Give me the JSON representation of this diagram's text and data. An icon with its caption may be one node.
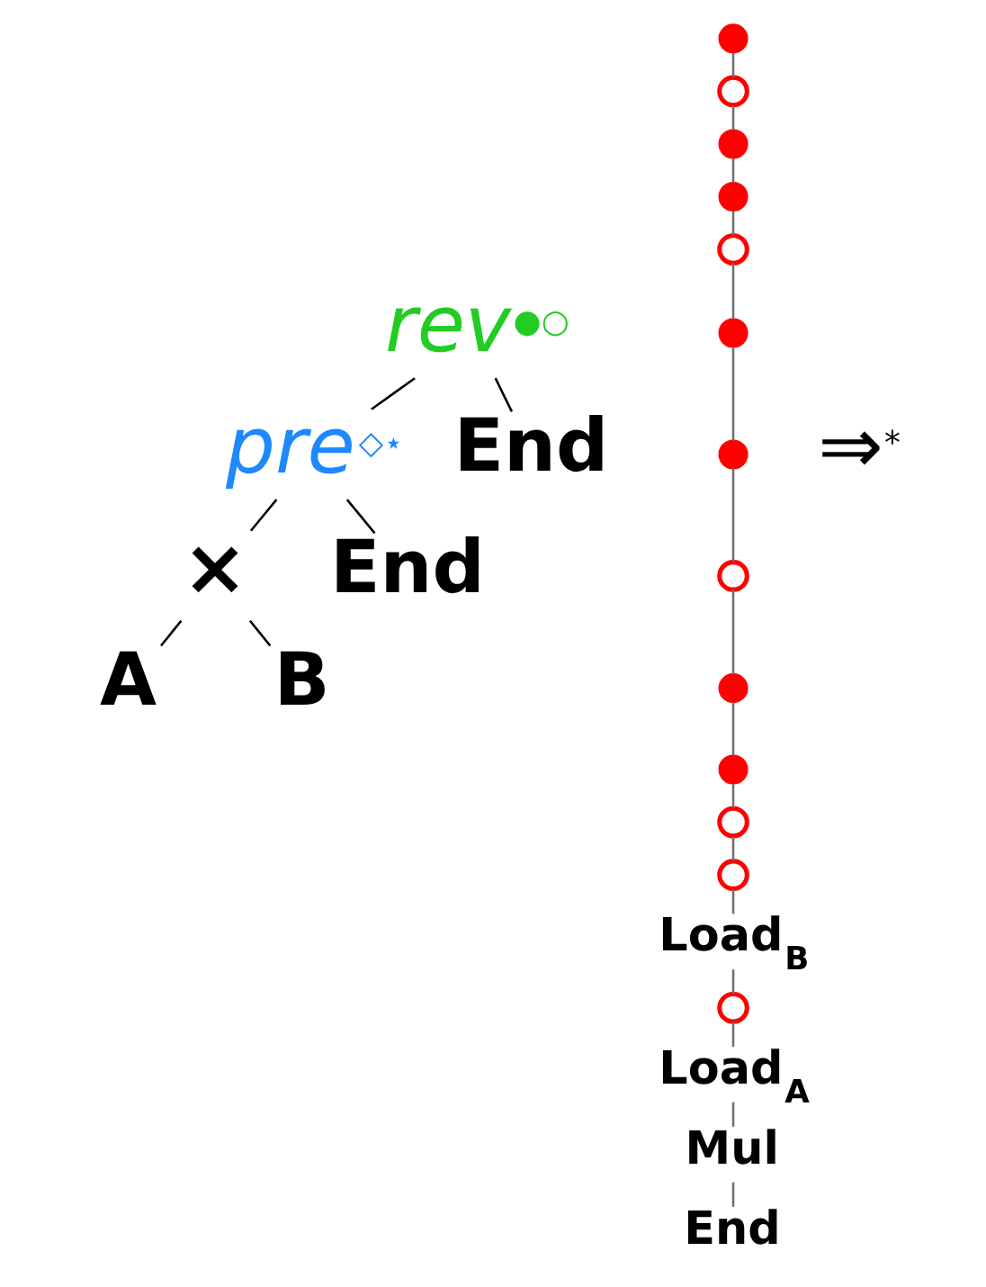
{
  "diagram": {
    "nodes": [
      {
        "text": [
          "rev$^{●○}$"
        ]
      },
      {
        "text": [
          "pre$^{◇⋆}$"
        ]
      },
      {
        "text": [
          "End"
        ]
      },
      {
        "text": [
          "×"
        ]
      },
      {
        "text": [
          "End"
        ]
      },
      {
        "text": [
          "A"
        ]
      },
      {
        "text": [
          "B"
        ]
      },
      {
        "text": [],
        "shape": "dot"
      },
      {
        "text": [],
        "shape": "circle"
      },
      {
        "text": [],
        "shape": "dot"
      },
      {
        "text": [],
        "shape": "dot"
      },
      {
        "text": [],
        "shape": "circle"
      },
      {
        "text": [],
        "shape": "dot"
      },
      {
        "text": [],
        "shape": "dot"
      },
      {
        "text": [],
        "shape": "circle"
      },
      {
        "text": [],
        "shape": "dot"
      },
      {
        "text": [],
        "shape": "dot"
      },
      {
        "text": [],
        "shape": "circle"
      },
      {
        "text": [],
        "shape": "circle"
      },
      {
        "text": [
          "Load$_{B}$"
        ]
      },
      {
        "text": [],
        "shape": "circle"
      },
      {
        "text": [
          "Load$_{A}$"
        ]
      },
      {
        "text": [
          "Mul"
        ]
      },
      {
        "text": [
          "End"
        ]
      }
    ],
    "edges": [
      {
        "from": 0,
        "to": 1,
        "arrow": "none",
        "color": "#000000"
      },
      {
        "from": 0,
        "to": 2,
        "arrow": "none",
        "color": "#000000"
      },
      {
        "from": 1,
        "to": 3,
        "arrow": "none",
        "color": "#000000"
      },
      {
        "from": 1,
        "to": 4,
        "arrow": "none",
        "color": "#000000"
      },
      {
        "from": 3,
        "to": 5,
        "arrow": "none",
        "color": "#000000"
      },
      {
        "from": 3,
        "to": 6,
        "arrow": "none",
        "color": "#000000"
      },
      {
        "from": 7,
        "to": 8,
        "arrow": "none"
      },
      {
        "from": 8,
        "to": 9,
        "arrow": "none"
      },
      {
        "from": 9,
        "to": 10,
        "arrow": "none"
      },
      {
        "from": 10,
        "to": 11,
        "arrow": "none"
      },
      {
        "from": 11,
        "to": 12,
        "arrow": "none"
      },
      {
        "from": 12,
        "to": 13,
        "arrow": "none"
      },
      {
        "from": 13,
        "to": 14,
        "arrow": "none"
      },
      {
        "from": 14,
        "to": 15,
        "arrow": "none"
      },
      {
        "from": 15,
        "to": 16,
        "arrow": "none"
      },
      {
        "from": 16,
        "to": 17,
        "arrow": "none"
      },
      {
        "from": 17,
        "to": 18,
        "arrow": "none"
      },
      {
        "from": 18,
        "to": 19,
        "arrow": "none"
      },
      {
        "from": 19,
        "to": 20,
        "arrow": "none"
      },
      {
        "from": 20,
        "to": 21,
        "arrow": "none"
      },
      {
        "from": 21,
        "to": 22,
        "arrow": "none"
      },
      {
        "from": 22,
        "to": 23,
        "arrow": "none"
      }
    ],
    "labels": [
      "⇒$^{*}$"
    ]
  }
}
